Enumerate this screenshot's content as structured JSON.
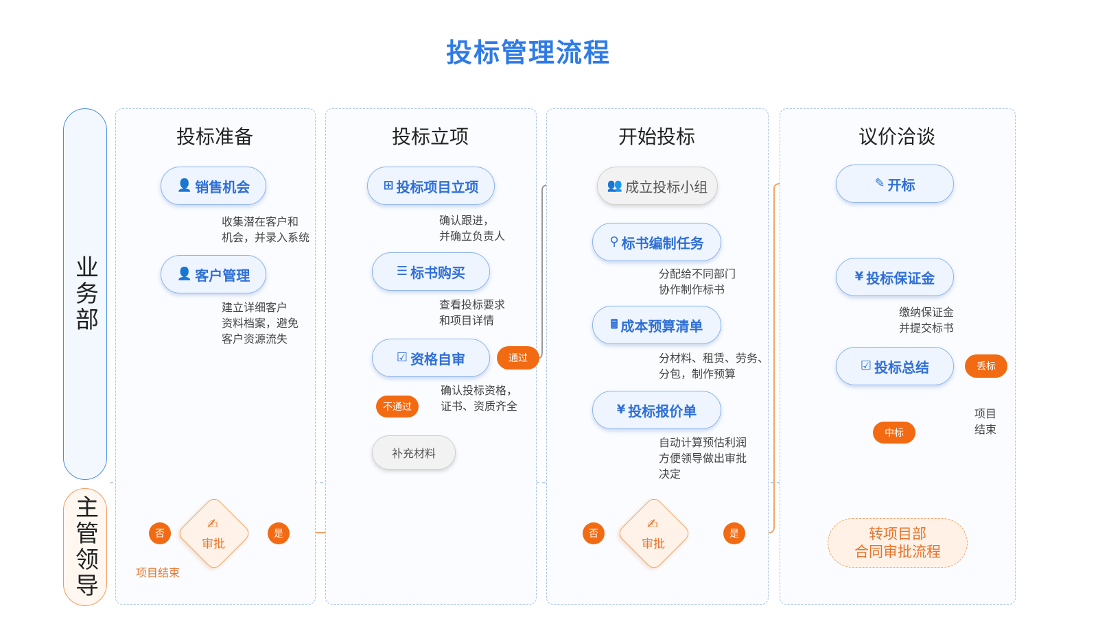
{
  "title": "投标管理流程",
  "lanes": {
    "business": "业务部",
    "supervisor": "主管领导"
  },
  "columns": [
    "投标准备",
    "投标立项",
    "开始投标",
    "议价洽谈"
  ],
  "col1": {
    "sales_opportunity": "销售机会",
    "note1": [
      "收集潜在客户和",
      "机会，并录入系统"
    ],
    "customer_management": "客户管理",
    "note2": [
      "建立详细客户",
      "资料档案，避免",
      "客户资源流失"
    ]
  },
  "col2": {
    "project_setup": "投标项目立项",
    "note1": [
      "确认跟进，",
      "并确立负责人"
    ],
    "bid_purchase": "标书购买",
    "note2": [
      "查看投标要求",
      "和项目详情"
    ],
    "qualification": "资格自审",
    "pass": "通过",
    "fail": "不通过",
    "note3": [
      "确认投标资格，",
      "证书、资质齐全"
    ],
    "supplement": "补充材料"
  },
  "col3": {
    "team": "成立投标小组",
    "task": "标书编制任务",
    "note1": [
      "分配给不同部门",
      "协作制作标书"
    ],
    "budget": "成本预算清单",
    "note2": [
      "分材料、租赁、劳务、",
      "分包，制作预算"
    ],
    "quotation": "投标报价单",
    "note3": [
      "自动计算预估利润",
      "方便领导做出审批",
      "决定"
    ]
  },
  "col4": {
    "opening": "开标",
    "deposit": "投标保证金",
    "note1": [
      "缴纳保证金",
      "并提交标书"
    ],
    "summary": "投标总结",
    "lost": "丢标",
    "lost_end": [
      "项目",
      "结束"
    ],
    "won": "中标",
    "transfer": [
      "转项目部",
      "合同审批流程"
    ]
  },
  "approval": {
    "label": "审批",
    "yes": "是",
    "no": "否",
    "end": "项目结束"
  },
  "colors": {
    "blue": "#2f7be5",
    "orange": "#f26a12",
    "gray": "#999999"
  }
}
